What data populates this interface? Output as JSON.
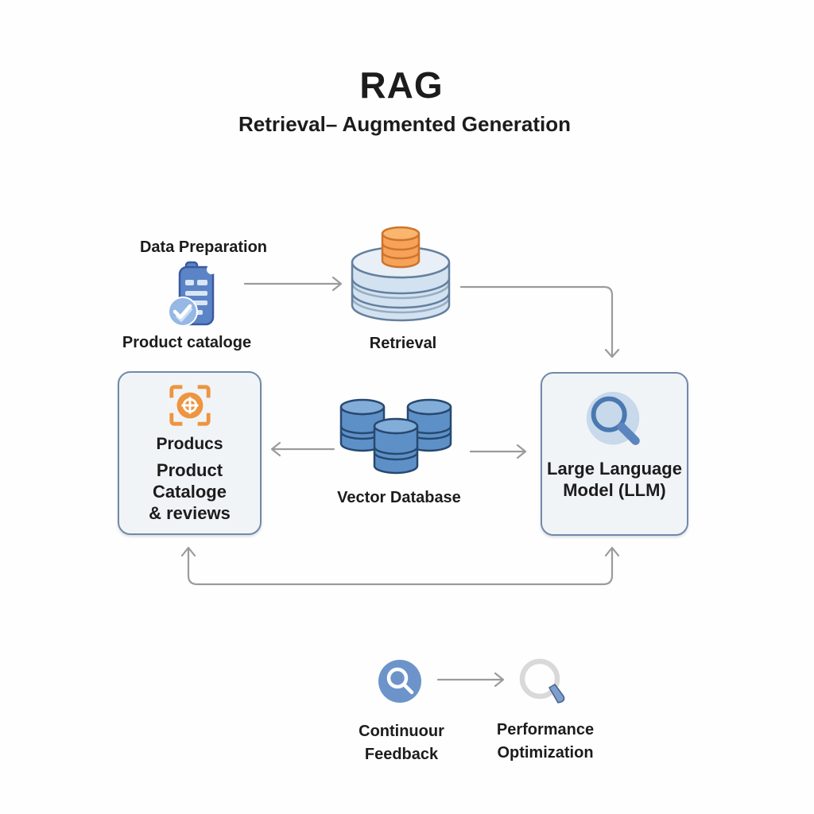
{
  "header": {
    "title": "RAG",
    "subtitle": "Retrieval– Augmented Generation"
  },
  "flow": {
    "data_preparation": {
      "title": "Data Preparation",
      "caption": "Product cataloge"
    },
    "retrieval": {
      "caption": "Retrieval"
    },
    "product_box": {
      "lines": [
        "Producs",
        "Product",
        "Cataloge",
        "& reviews"
      ]
    },
    "vector_database": {
      "caption": "Vector Database"
    },
    "llm_box": {
      "lines": [
        "Large Language",
        "Model (LLM)"
      ]
    },
    "feedback": {
      "lines": [
        "Continuour",
        "Feedback"
      ]
    },
    "optimization": {
      "lines": [
        "Performance",
        "Optimization"
      ]
    }
  },
  "icons": {
    "data_preparation": "document-check-icon",
    "retrieval": "database-stack-icon",
    "product_box": "target-scan-icon",
    "vector_database": "vector-database-icon",
    "llm_box": "magnifier-icon",
    "feedback": "magnifier-filled-circle-icon",
    "optimization": "magnifier-ring-icon"
  },
  "colors": {
    "text": "#1c1c1c",
    "arrow": "#9b9b9b",
    "box_fill": "#f1f4f7",
    "box_border": "#7389a8",
    "stack_light_blue": "#d3e2f0",
    "stack_orange": "#f6a258",
    "db_blue": "#5e90c8",
    "doc_blue": "#5b84c6",
    "target_orange": "#ed9540",
    "magnifier_blue": "#4a78b0",
    "feedback_circle_blue": "#6d94ca",
    "ring_gray": "#d9d9d9"
  }
}
